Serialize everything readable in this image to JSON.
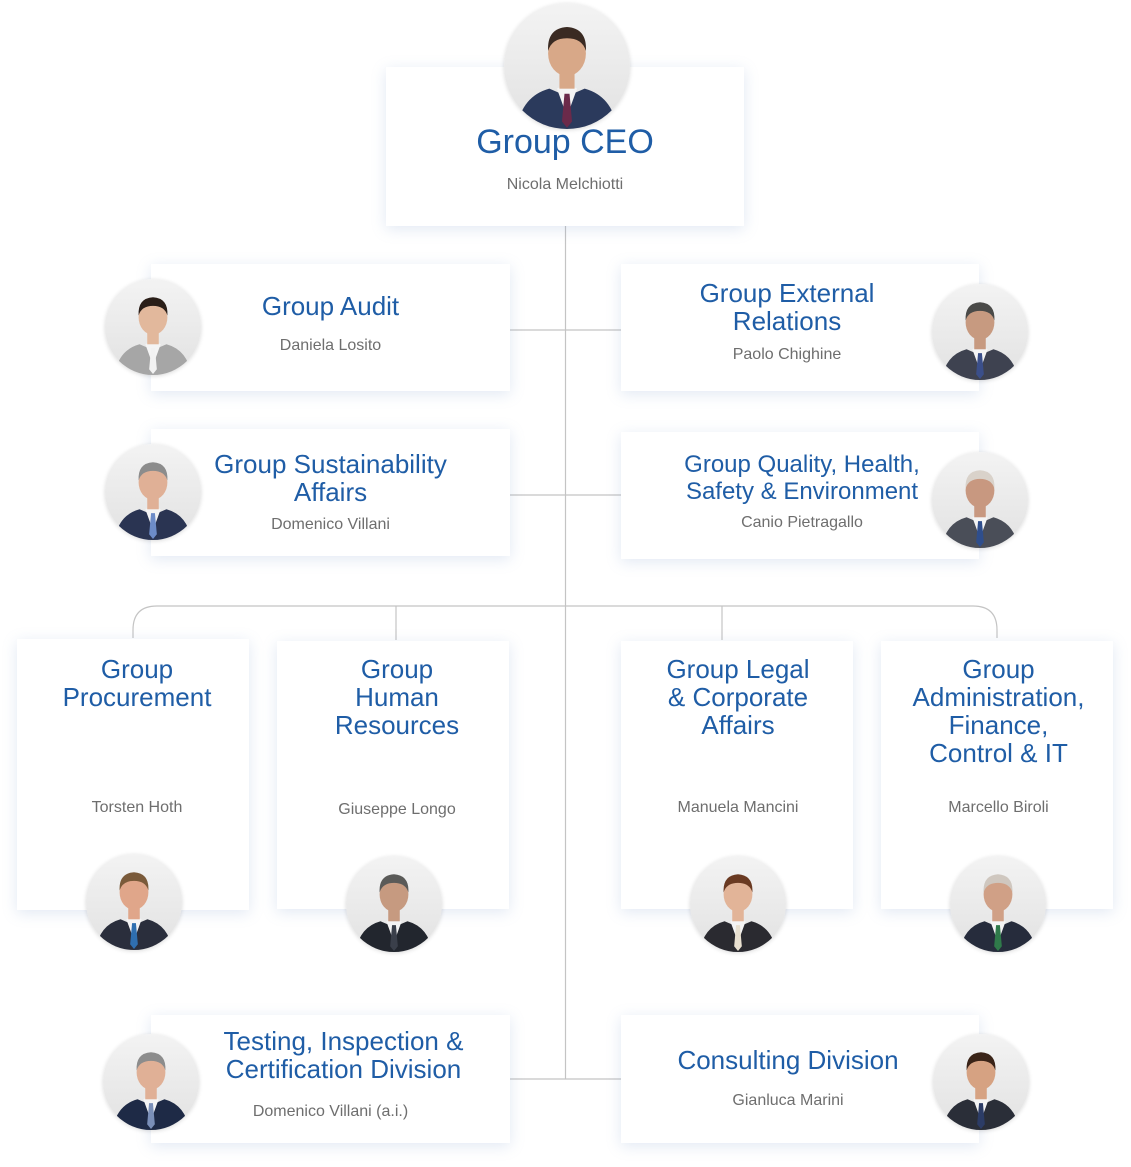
{
  "ceo": {
    "role": "Group CEO",
    "name": "Nicola Melchiotti"
  },
  "staff": {
    "audit": {
      "role": "Group Audit",
      "name": "Daniela Losito"
    },
    "external": {
      "role": "Group External\nRelations",
      "name": "Paolo Chighine"
    },
    "sustainability": {
      "role": "Group Sustainability\nAffairs",
      "name": "Domenico Villani"
    },
    "qhse": {
      "role": "Group Quality, Health,\nSafety & Environment",
      "name": "Canio Pietragallo"
    }
  },
  "functions": {
    "procurement": {
      "role": "Group\nProcurement",
      "name": "Torsten Hoth"
    },
    "hr": {
      "role": "Group\nHuman\nResources",
      "name": "Giuseppe Longo"
    },
    "legal": {
      "role": "Group Legal\n& Corporate\nAffairs",
      "name": "Manuela Mancini"
    },
    "admin": {
      "role": "Group\nAdministration,\nFinance,\nControl & IT",
      "name": "Marcello Biroli"
    }
  },
  "divisions": {
    "tic": {
      "role": "Testing, Inspection &\nCertification Division",
      "name": "Domenico Villani (a.i.)"
    },
    "consulting": {
      "role": "Consulting Division",
      "name": "Gianluca Marini"
    }
  },
  "colors": {
    "accent": "#1f5da6",
    "name_text": "#6e6e6e",
    "connector": "#c4c4c4"
  },
  "avatars": {
    "ceo": {
      "hair": "#3a2a22",
      "skin": "#d8a888",
      "suit": "#2b3a5c",
      "tie": "#6b2a4a"
    },
    "audit": {
      "hair": "#2a1e18",
      "skin": "#e2b89c",
      "suit": "#a6a6a6",
      "tie": "#f2f2f2"
    },
    "external": {
      "hair": "#4a4a48",
      "skin": "#c79a80",
      "suit": "#3e4250",
      "tie": "#3b4f8a"
    },
    "sustainability": {
      "hair": "#8c8c8c",
      "skin": "#e0b096",
      "suit": "#2a3452",
      "tie": "#6d8cc8"
    },
    "qhse": {
      "hair": "#d9d2ca",
      "skin": "#c89880",
      "suit": "#4a4e58",
      "tie": "#2f4e8c"
    },
    "procurement": {
      "hair": "#7a5a3a",
      "skin": "#e0a68a",
      "suit": "#2a2e3c",
      "tie": "#2f6fb0"
    },
    "hr": {
      "hair": "#5a5a58",
      "skin": "#c69a80",
      "suit": "#22262e",
      "tie": "#3a3f4a"
    },
    "legal": {
      "hair": "#6a3a22",
      "skin": "#e2b498",
      "suit": "#2a2a30",
      "tie": "#e8e0d0"
    },
    "admin": {
      "hair": "#cfc7bf",
      "skin": "#d0a086",
      "suit": "#262c3c",
      "tie": "#2f7a4a"
    },
    "tic": {
      "hair": "#8c8c8c",
      "skin": "#e0b096",
      "suit": "#1e2a46",
      "tie": "#7a8fb8"
    },
    "consulting": {
      "hair": "#3a2418",
      "skin": "#d6a282",
      "suit": "#2a2e38",
      "tie": "#2c3c66"
    }
  }
}
